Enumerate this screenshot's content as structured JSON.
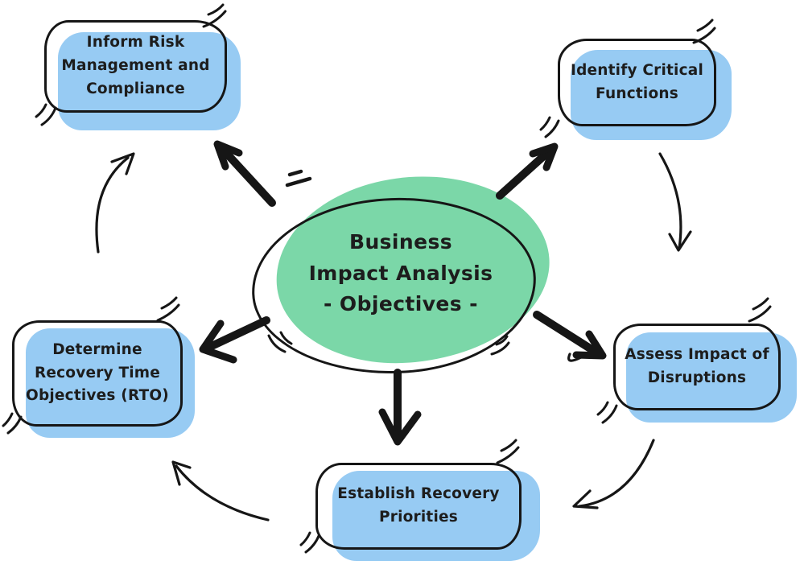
{
  "diagram": {
    "title": "Business Impact Analysis - Objectives",
    "center": {
      "lines": [
        "Business",
        "Impact Analysis",
        "- Objectives -"
      ]
    },
    "nodes": {
      "inform": {
        "label": "Inform Risk Management and Compliance",
        "lines": [
          "Inform Risk",
          "Management and",
          "Compliance"
        ]
      },
      "identify": {
        "label": "Identify Critical Functions",
        "lines": [
          "Identify Critical",
          "Functions"
        ]
      },
      "assess": {
        "label": "Assess Impact of Disruptions",
        "lines": [
          "Assess Impact of",
          "Disruptions"
        ]
      },
      "establish": {
        "label": "Establish Recovery Priorities",
        "lines": [
          "Establish Recovery",
          "Priorities"
        ]
      },
      "determine": {
        "label": "Determine Recovery Time Objectives (RTO)",
        "lines": [
          "Determine",
          "Recovery Time",
          "Objectives (RTO)"
        ]
      }
    },
    "edges": {
      "from_center": [
        "inform",
        "identify",
        "assess",
        "establish",
        "determine"
      ],
      "cycle": [
        [
          "identify",
          "assess"
        ],
        [
          "assess",
          "establish"
        ],
        [
          "establish",
          "determine"
        ],
        [
          "determine",
          "inform"
        ]
      ]
    },
    "colors": {
      "background": "#ffffff",
      "center_fill": "#7bd7a8",
      "node_fill": "#97cbf3",
      "stroke": "#161616",
      "text": "#1d1d1d"
    }
  }
}
